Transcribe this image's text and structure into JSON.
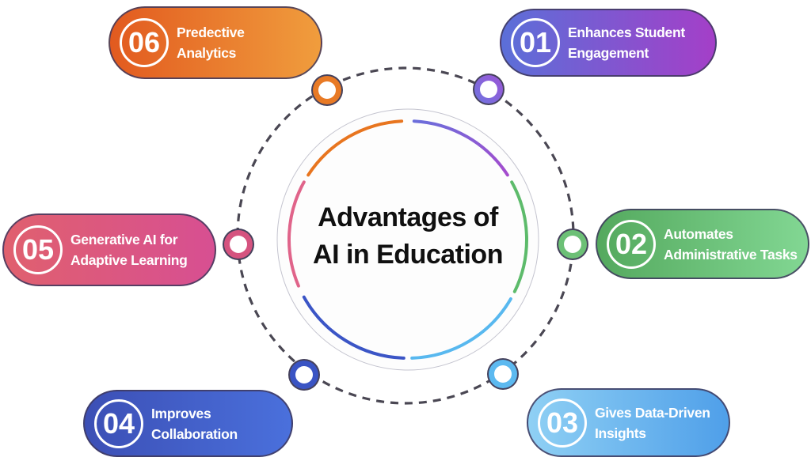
{
  "title": {
    "line1": "Advantages of",
    "line2": "AI in Education"
  },
  "items": [
    {
      "number": "01",
      "lines": [
        "Enhances Student",
        "Engagement"
      ],
      "gradient": [
        "#5b6fd8",
        "#a43fc8"
      ],
      "dot": "#8268dc",
      "dot_gradient": [
        "#6f74e0",
        "#9c55d6"
      ],
      "arc": "#8f5bd6",
      "arc_gradient": [
        "#6b6edb",
        "#a54bcd"
      ]
    },
    {
      "number": "02",
      "lines": [
        "Automates",
        "Administrative Tasks"
      ],
      "gradient": [
        "#54a95e",
        "#82d793"
      ],
      "dot": "#6cc076",
      "arc": "#5dbb6b"
    },
    {
      "number": "03",
      "lines": [
        "Gives Data-Driven",
        "Insights"
      ],
      "gradient": [
        "#8fd0f4",
        "#4f9fe9"
      ],
      "dot": "#5cb9f0",
      "arc": "#58b8ef"
    },
    {
      "number": "04",
      "lines": [
        "Improves",
        "Collaboration"
      ],
      "gradient": [
        "#3c4fb5",
        "#4a70dc"
      ],
      "dot": "#3a54c4",
      "arc": "#3b55c6"
    },
    {
      "number": "05",
      "lines": [
        "Generative AI for",
        "Adaptive Learning"
      ],
      "gradient": [
        "#e0606e",
        "#d74f92"
      ],
      "dot": "#d5537f",
      "arc": "#e0648a"
    },
    {
      "number": "06",
      "lines": [
        "Predective",
        "Analytics"
      ],
      "gradient": [
        "#e25a1f",
        "#f09d3d"
      ],
      "dot": "#e87a25",
      "arc": "#e8751f"
    }
  ],
  "ring": {
    "dash_color": "#4a4753",
    "circle_fill": "#fdfdfd",
    "circle_border": "#c4c4cf",
    "dot_outline": "#45415c",
    "dot_hole": "#ffffff",
    "text_color": "#ffffff",
    "title_color": "#101010"
  }
}
